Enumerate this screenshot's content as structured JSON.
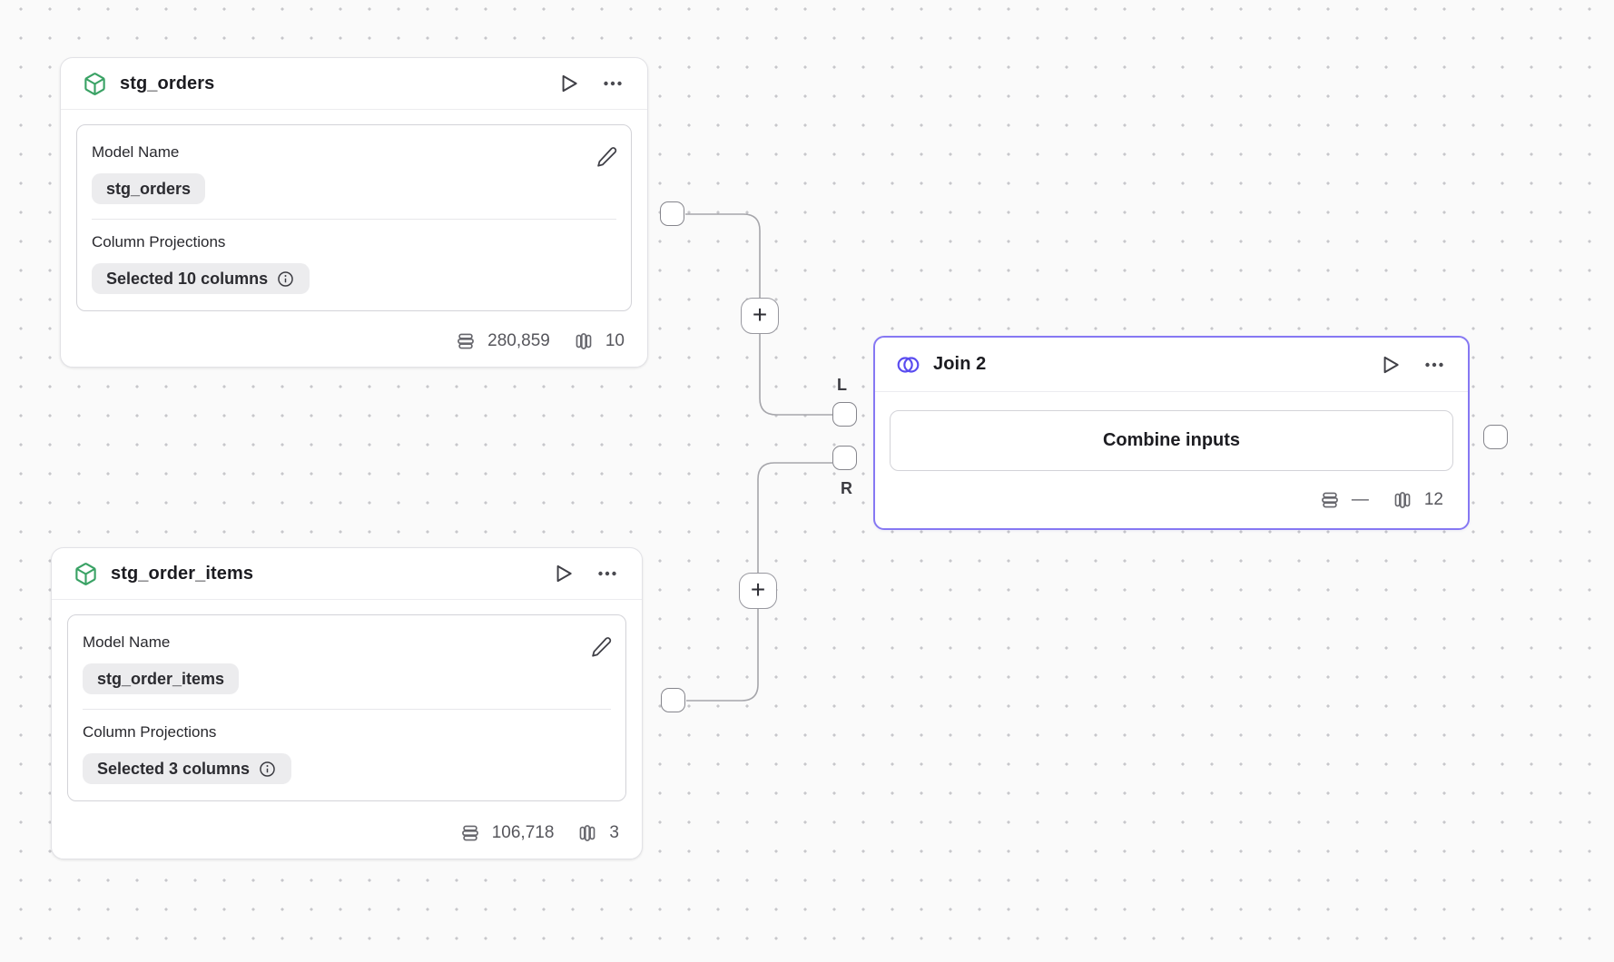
{
  "nodes": {
    "stg_orders": {
      "title": "stg_orders",
      "fields": {
        "model_name": {
          "label": "Model Name",
          "value": "stg_orders"
        },
        "column_projections": {
          "label": "Column Projections",
          "value": "Selected 10 columns"
        }
      },
      "stats": {
        "rows": "280,859",
        "columns": "10"
      }
    },
    "stg_order_items": {
      "title": "stg_order_items",
      "fields": {
        "model_name": {
          "label": "Model Name",
          "value": "stg_order_items"
        },
        "column_projections": {
          "label": "Column Projections",
          "value": "Selected 3 columns"
        }
      },
      "stats": {
        "rows": "106,718",
        "columns": "3"
      }
    },
    "join": {
      "title": "Join 2",
      "combine_button_label": "Combine inputs",
      "stats": {
        "rows": "—",
        "columns": "12"
      },
      "ports": {
        "left_label": "L",
        "right_label": "R"
      }
    }
  },
  "edges": {
    "plus_button_label": "+"
  },
  "colors": {
    "canvas_bg": "#fafafa",
    "grid_dot": "#c7c7cb",
    "model_icon_green": "#3aa265",
    "join_accent": "#5a4cf0",
    "join_border": "#8678f3",
    "edge_gray": "#a6a6ab"
  }
}
